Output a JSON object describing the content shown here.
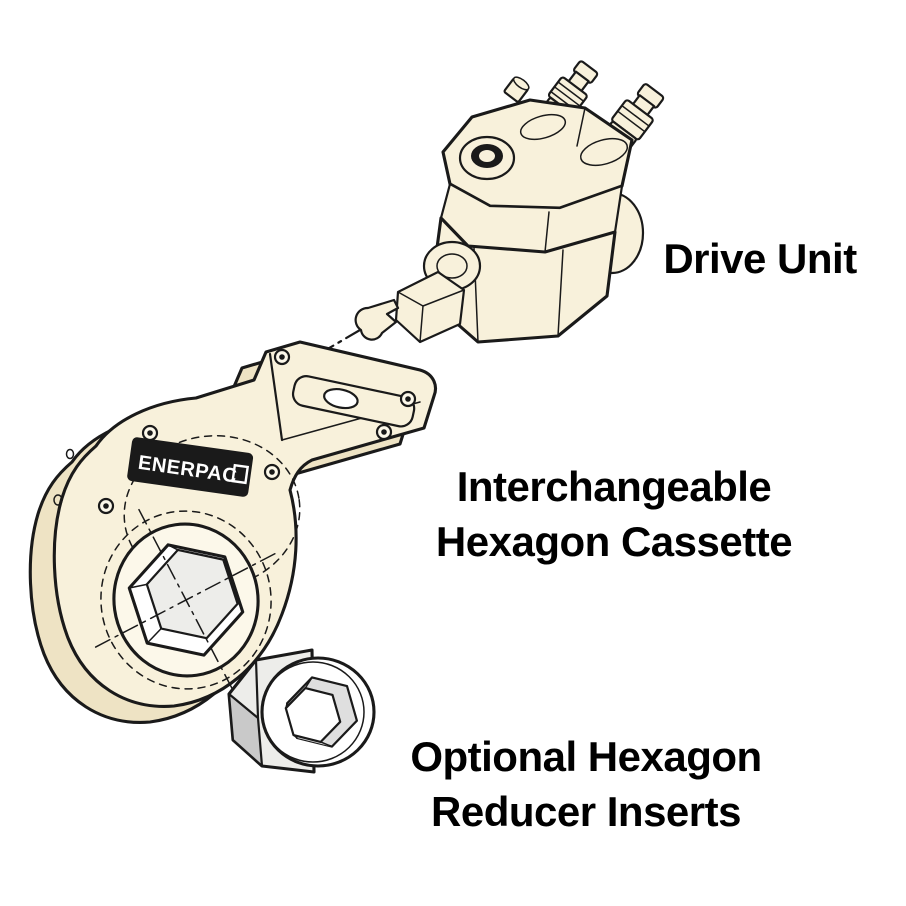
{
  "labels": {
    "drive_unit": "Drive Unit",
    "cassette": {
      "line1": "Interchangeable",
      "line2": "Hexagon Cassette"
    },
    "inserts": {
      "line1": "Optional Hexagon",
      "line2": "Reducer Inserts"
    }
  },
  "illustration": {
    "brand": "ENERPAC",
    "parts": [
      "Drive Unit",
      "Interchangeable Hexagon Cassette",
      "Optional Hexagon Reducer Inserts"
    ],
    "colors": {
      "paper": "#FFFFFF",
      "body_fill": "#F8F1DB",
      "body_shade": "#EEE3C4",
      "outline": "#1A1A1A",
      "insert_gray": "#C9C9C9",
      "label_text": "#000000"
    }
  }
}
